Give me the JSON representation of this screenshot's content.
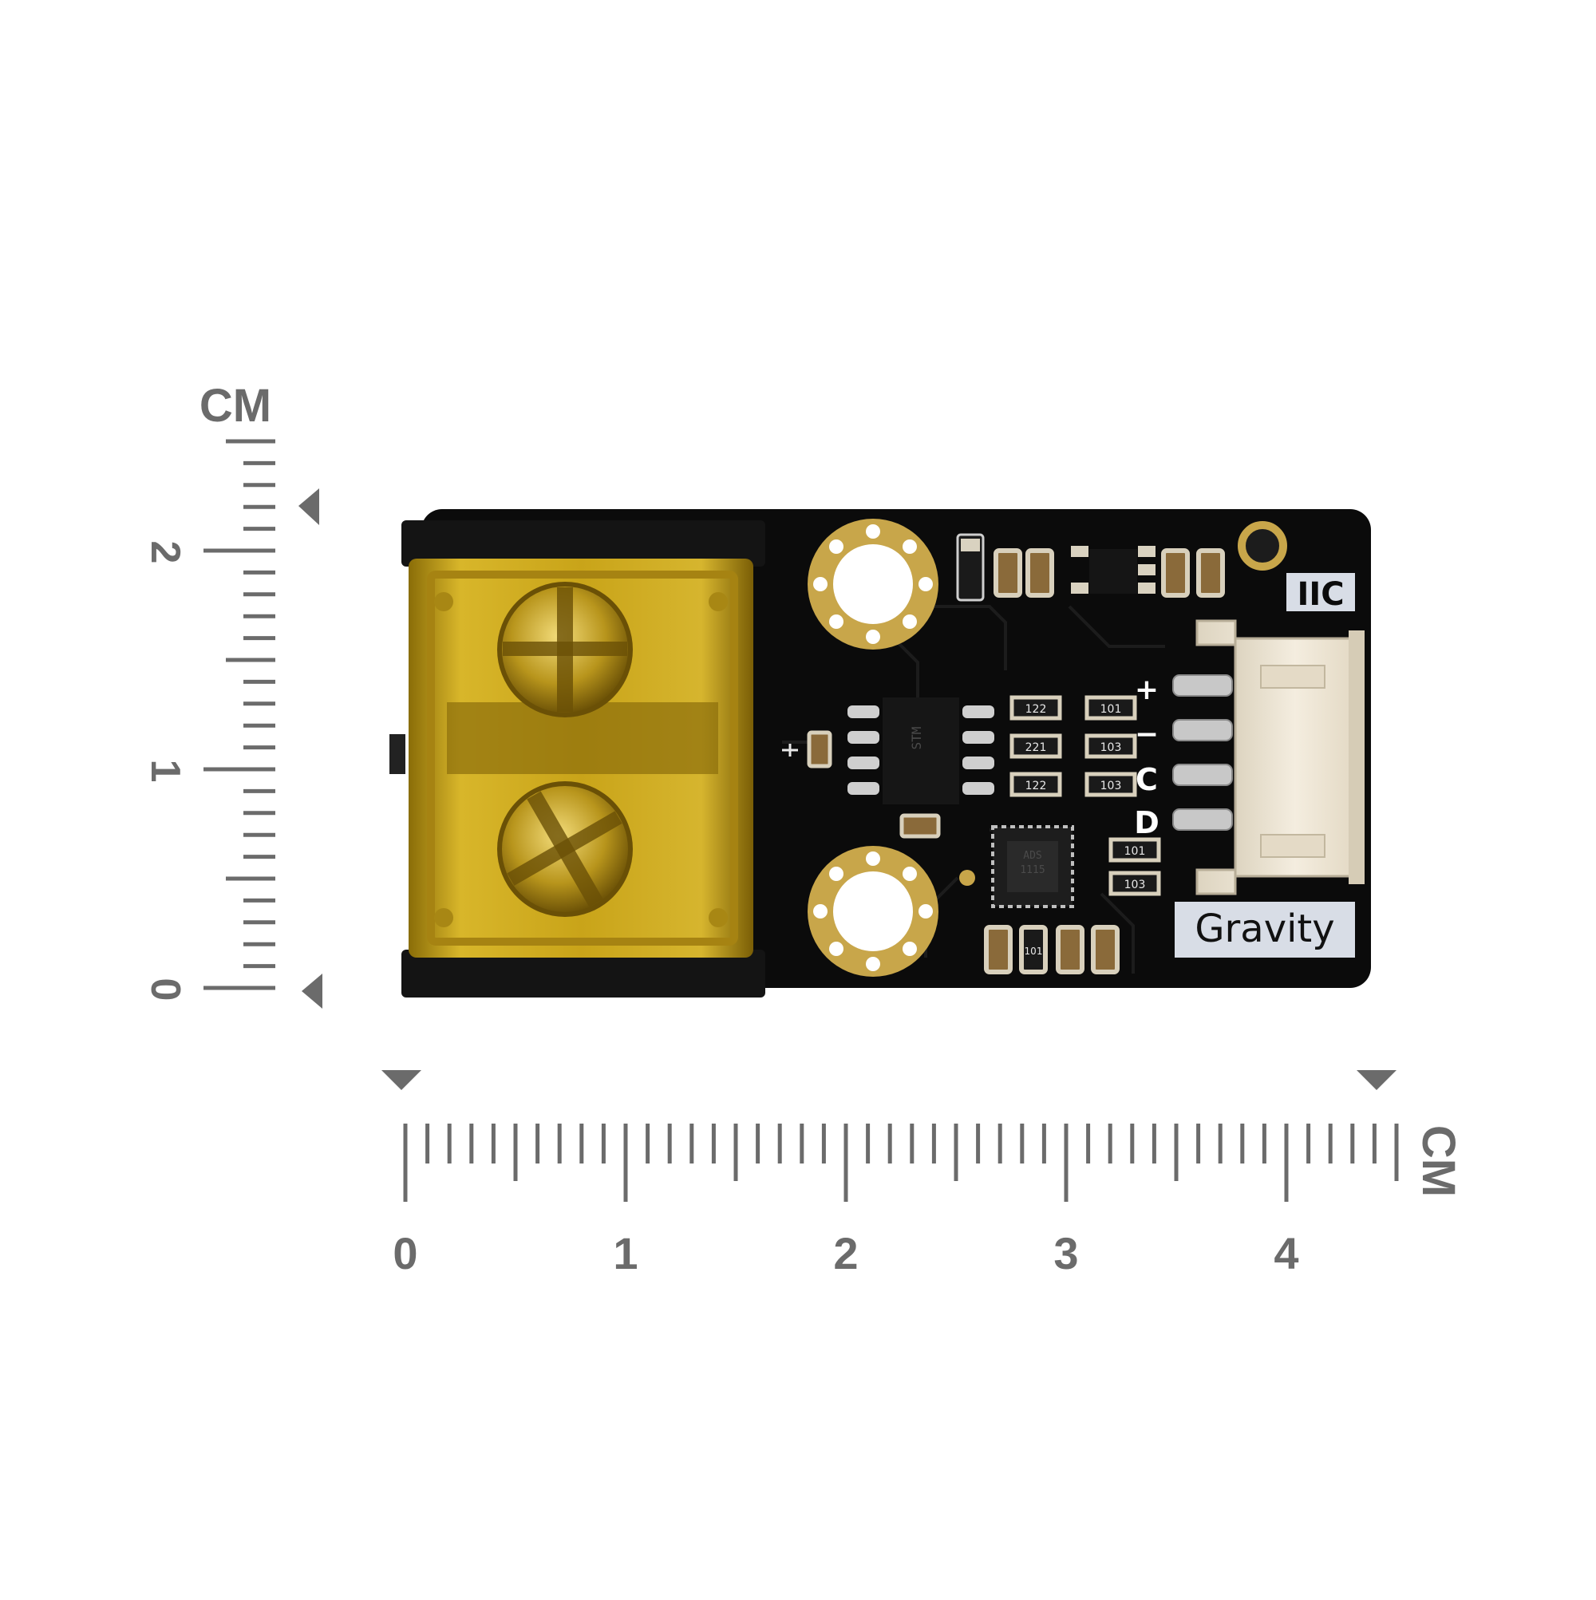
{
  "scale": {
    "unit_label": "CM",
    "vertical_numbers": [
      "0",
      "1",
      "2"
    ],
    "horizontal_numbers": [
      "0",
      "1",
      "2",
      "3",
      "4"
    ]
  },
  "board": {
    "brand_label": "Gravity",
    "interface_label": "IIC",
    "pin_labels": [
      "+",
      "−",
      "C",
      "D"
    ],
    "resistor_codes": [
      "122",
      "221",
      "122",
      "101",
      "103",
      "103",
      "101",
      "103",
      "101"
    ],
    "colors": {
      "pcb": "#0b0b0b",
      "terminal_cover": "#c9a419",
      "gold_pad": "#c8a64a",
      "connector": "#efe7d6",
      "scale": "#6b6b6b"
    }
  }
}
